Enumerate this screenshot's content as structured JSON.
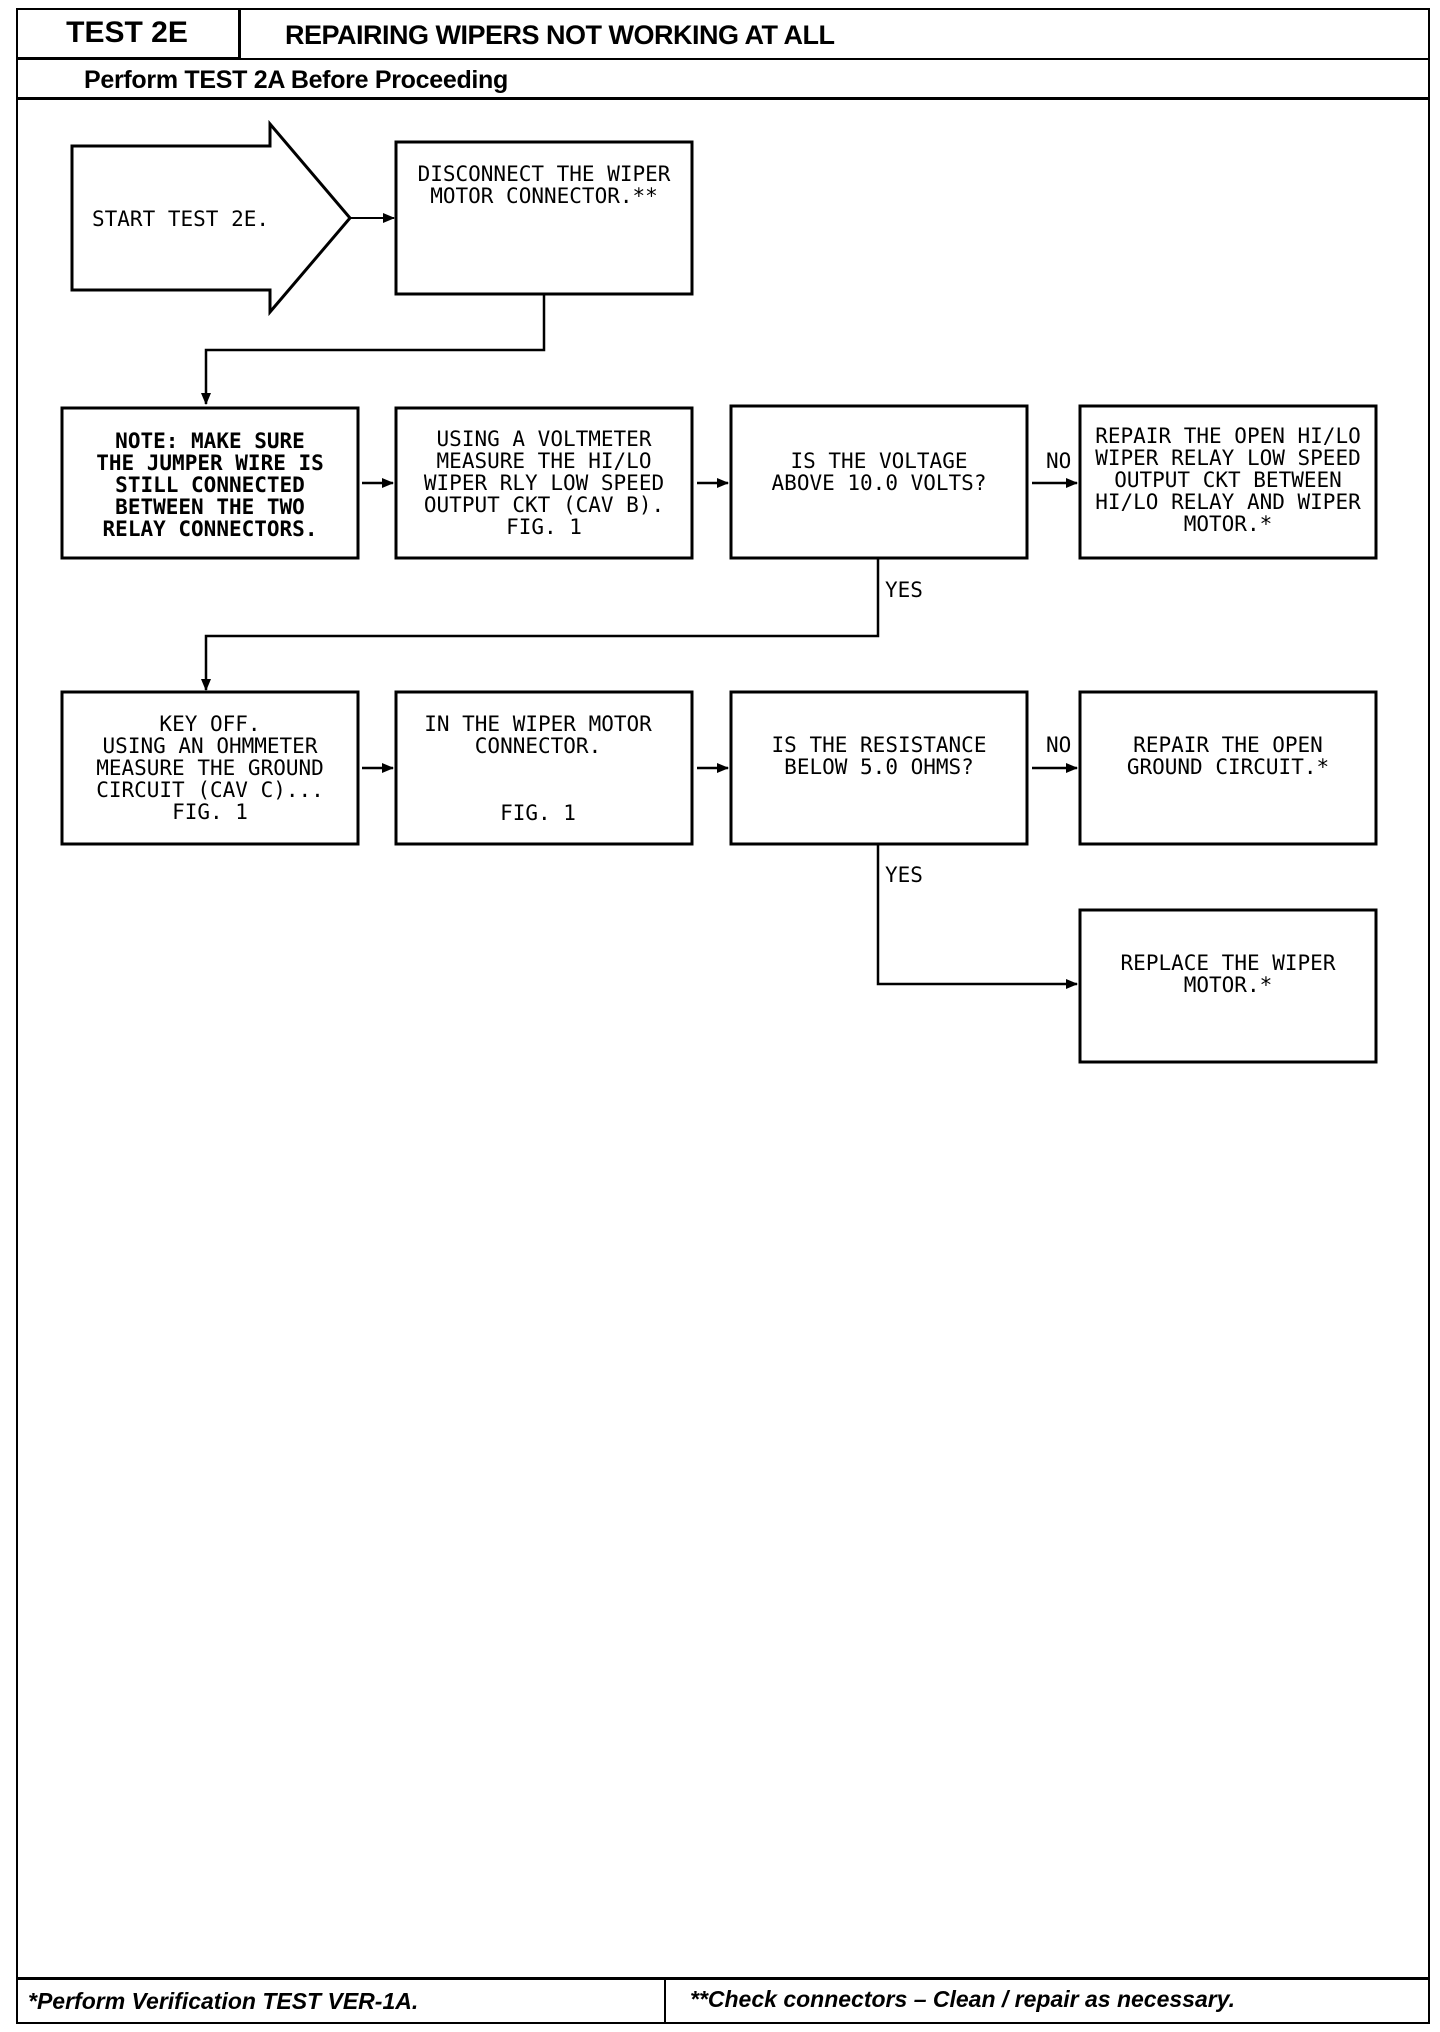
{
  "header": {
    "test_label": "TEST 2E",
    "title": "REPAIRING WIPERS NOT WORKING AT ALL",
    "subtitle": "Perform TEST 2A Before Proceeding"
  },
  "flowchart": {
    "start": {
      "text": "START TEST 2E."
    },
    "disconnect": {
      "lines": [
        "DISCONNECT THE WIPER",
        "MOTOR CONNECTOR.**"
      ]
    },
    "note": {
      "lines": [
        "NOTE:  MAKE SURE",
        "THE JUMPER WIRE IS",
        "STILL CONNECTED",
        "BETWEEN THE TWO",
        "RELAY CONNECTORS."
      ]
    },
    "voltmeter": {
      "lines": [
        "USING A VOLTMETER",
        "MEASURE THE HI/LO",
        "WIPER RLY LOW SPEED",
        "OUTPUT CKT (CAV B).",
        "FIG. 1"
      ]
    },
    "voltage_question": {
      "lines": [
        "IS THE VOLTAGE",
        "ABOVE 10.0 VOLTS?"
      ]
    },
    "repair_open_hilo": {
      "lines": [
        "REPAIR THE OPEN HI/LO",
        "WIPER RELAY LOW SPEED",
        "OUTPUT CKT BETWEEN",
        "HI/LO RELAY AND WIPER",
        "MOTOR.*"
      ]
    },
    "key_off": {
      "lines": [
        "KEY OFF.",
        "USING AN OHMMETER",
        "MEASURE THE GROUND",
        "CIRCUIT (CAV C)...",
        "FIG. 1"
      ]
    },
    "wiper_connector": {
      "lines": [
        "IN THE WIPER MOTOR",
        "CONNECTOR."
      ],
      "fig": "FIG. 1"
    },
    "resistance_question": {
      "lines": [
        "IS THE RESISTANCE",
        "BELOW 5.0 OHMS?"
      ]
    },
    "repair_ground": {
      "lines": [
        "REPAIR THE OPEN",
        "GROUND CIRCUIT.*"
      ]
    },
    "replace_motor": {
      "lines": [
        "REPLACE THE WIPER",
        "MOTOR.*"
      ]
    },
    "labels": {
      "no": "NO",
      "yes": "YES"
    }
  },
  "footer": {
    "left": "*Perform Verification TEST VER-1A.",
    "right": "**Check connectors – Clean / repair as necessary."
  }
}
